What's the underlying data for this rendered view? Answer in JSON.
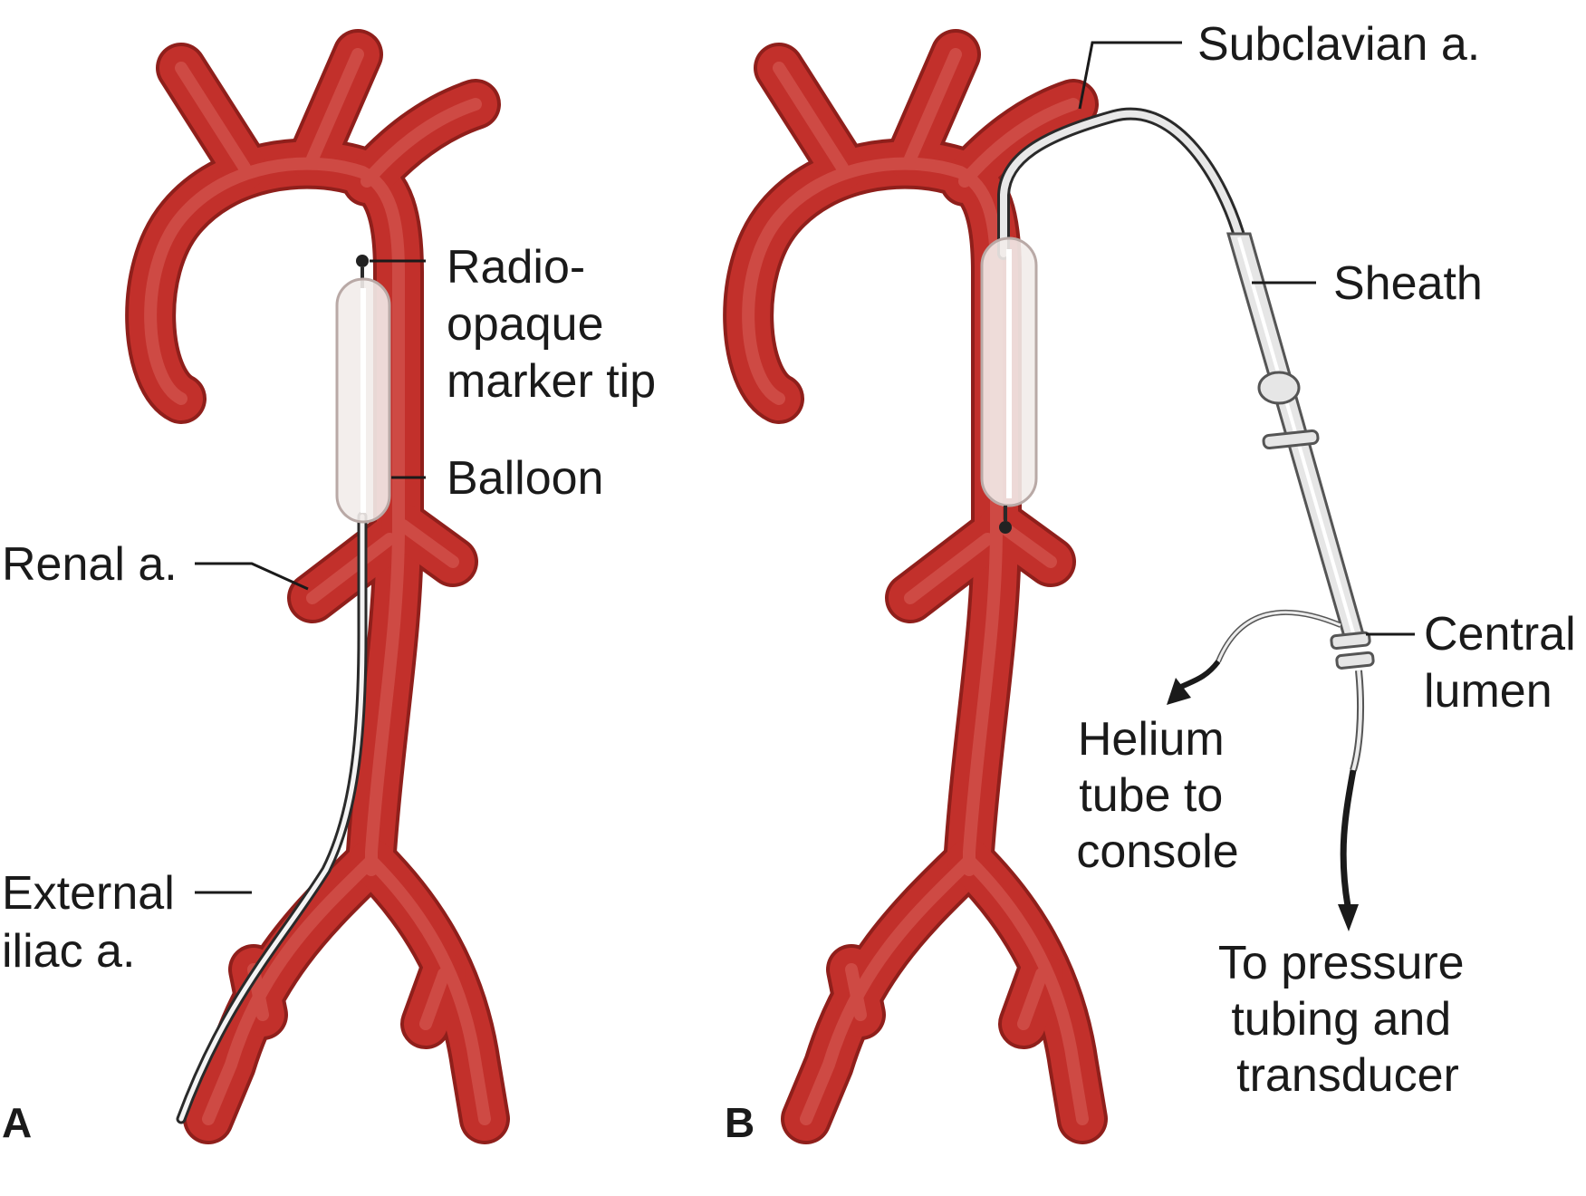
{
  "panel_a": {
    "letter": "A",
    "labels": {
      "marker_tip": [
        "Radio-",
        "opaque",
        "marker tip"
      ],
      "balloon": [
        "Balloon"
      ],
      "renal": [
        "Renal a."
      ],
      "iliac": [
        "External",
        "iliac a."
      ]
    }
  },
  "panel_b": {
    "letter": "B",
    "labels": {
      "subclavian": [
        "Subclavian a."
      ],
      "sheath": [
        "Sheath"
      ],
      "central_lumen": [
        "Central",
        "lumen"
      ],
      "helium": [
        "Helium",
        "tube to",
        "console"
      ],
      "pressure": [
        "To pressure",
        "tubing and",
        "transducer"
      ]
    }
  },
  "colors": {
    "artery": "#c2302b",
    "artery_edge": "#8f1f1b",
    "balloon": "#f2ecea",
    "catheter": "#e8e8e8",
    "text": "#1a1a1a"
  }
}
